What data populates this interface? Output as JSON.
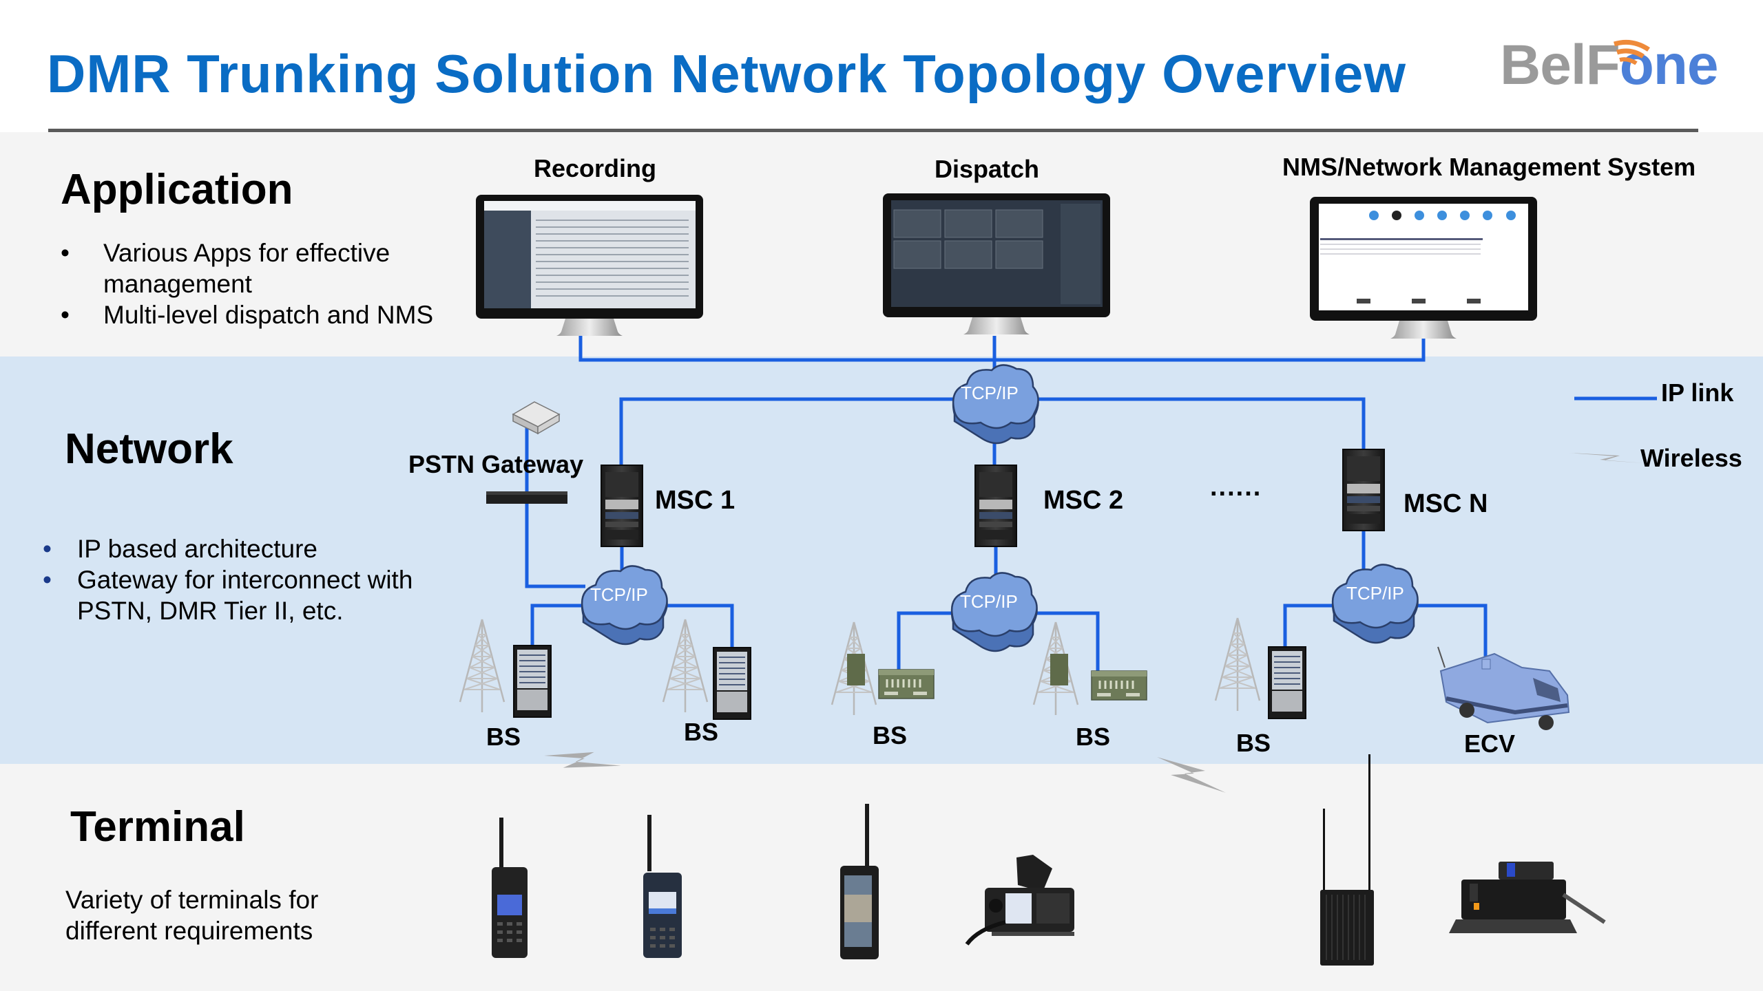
{
  "header": {
    "title": "DMR Trunking Solution Network Topology Overview",
    "logo": {
      "part1": "Bel",
      "part2": "F",
      "part3": "one",
      "wave_color": "#ee8a3a",
      "gray": "#9a9a9a",
      "blue": "#4c80d8"
    },
    "title_color": "#0a6cc4"
  },
  "application": {
    "heading": "Application",
    "bullets": [
      "Various Apps for effective management",
      "Multi-level  dispatch and NMS"
    ],
    "bullet_lines": [
      [
        "Various Apps for effective",
        "management"
      ],
      [
        "Multi-level  dispatch and NMS"
      ]
    ],
    "systems": [
      {
        "label": "Recording",
        "icon": "monitor-recording-icon"
      },
      {
        "label": "Dispatch",
        "icon": "monitor-dispatch-icon"
      },
      {
        "label": "NMS/Network Management System",
        "icon": "monitor-nms-icon"
      }
    ]
  },
  "network": {
    "heading": "Network",
    "bullets": [
      "IP based architecture",
      "Gateway for interconnect with PSTN, DMR Tier II, etc."
    ],
    "bullet_lines": [
      [
        "IP based architecture"
      ],
      [
        "Gateway for interconnect with",
        "PSTN, DMR Tier II, etc."
      ]
    ],
    "bullet_color": "#1a3a8a",
    "core_cloud_label": "TCP/IP",
    "pstn_gateway_label": "PSTN Gateway",
    "ellipsis": "......",
    "mscs": [
      {
        "label": "MSC 1",
        "cloud_label": "TCP/IP",
        "children": [
          "BS",
          "BS"
        ]
      },
      {
        "label": "MSC 2",
        "cloud_label": "TCP/IP",
        "children": [
          "BS",
          "BS"
        ]
      },
      {
        "label": "MSC N",
        "cloud_label": "TCP/IP",
        "children": [
          "BS",
          "ECV"
        ]
      }
    ],
    "legend": {
      "ip_link": "IP link",
      "wireless": "Wireless",
      "ip_link_color": "#1a5fe0",
      "wireless_color": "#a8a8a8"
    },
    "band_color": "#d6e5f4",
    "cloud_color": "#6f97d6"
  },
  "terminal": {
    "heading": "Terminal",
    "description_lines": [
      "Variety of terminals for",
      "different requirements"
    ],
    "devices": [
      {
        "type": "handheld-radio-keypad",
        "icon": "handheld-radio-icon"
      },
      {
        "type": "handheld-radio-keypad-dual-knob",
        "icon": "handheld-radio-icon"
      },
      {
        "type": "smartphone-radio",
        "icon": "smartphone-radio-icon"
      },
      {
        "type": "mobile-radio",
        "icon": "mobile-radio-icon"
      },
      {
        "type": "manpack-radio",
        "icon": "manpack-radio-icon"
      },
      {
        "type": "vehicle-radio",
        "icon": "vehicle-radio-icon"
      }
    ]
  }
}
